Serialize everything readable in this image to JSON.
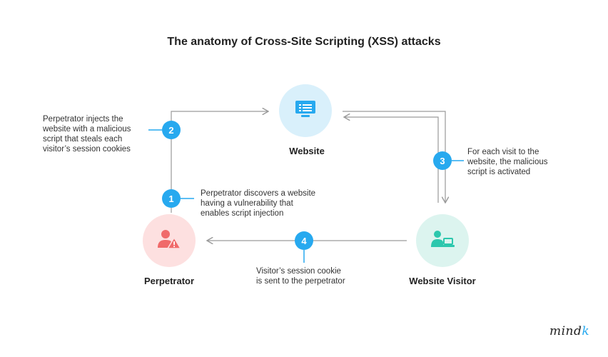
{
  "title": "The anatomy of Cross-Site Scripting (XSS) attacks",
  "nodes": {
    "website": {
      "label": "Website",
      "icon": "monitor-icon",
      "color": "#d9f0fb",
      "icon_color": "#27a9ef"
    },
    "perpetrator": {
      "label": "Perpetrator",
      "icon": "hacker-warning-icon",
      "color": "#fde0e0",
      "icon_color": "#f06a6a"
    },
    "visitor": {
      "label": "Website Visitor",
      "icon": "user-laptop-icon",
      "color": "#dcf4ef",
      "icon_color": "#2cc7ad"
    }
  },
  "steps": [
    {
      "number": "1",
      "text_lines": [
        "Perpetrator discovers a website",
        "having a vulnerability that",
        "enables script injection"
      ]
    },
    {
      "number": "2",
      "text_lines": [
        "Perpetrator injects the",
        "website with a malicious",
        "script that steals each",
        "visitor’s session cookies"
      ]
    },
    {
      "number": "3",
      "text_lines": [
        "For each visit to the",
        "website, the malicious",
        "script is activated"
      ]
    },
    {
      "number": "4",
      "text_lines": [
        "Visitor’s session cookie",
        "is sent to the perpetrator"
      ]
    }
  ],
  "colors": {
    "accent": "#27a9ef",
    "line": "#9a9a9a"
  },
  "logo": {
    "text": "mind",
    "suffix": "k"
  }
}
